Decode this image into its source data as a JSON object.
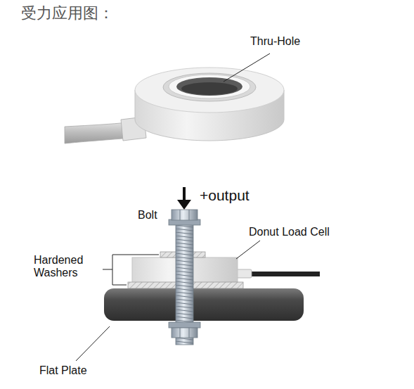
{
  "diagram": {
    "title": "受力应用图：",
    "labels": [
      "Thru-Hole",
      "+output",
      "Bolt",
      "Donut Load Cell",
      "Hardened Washers",
      "Flat Plate"
    ]
  }
}
